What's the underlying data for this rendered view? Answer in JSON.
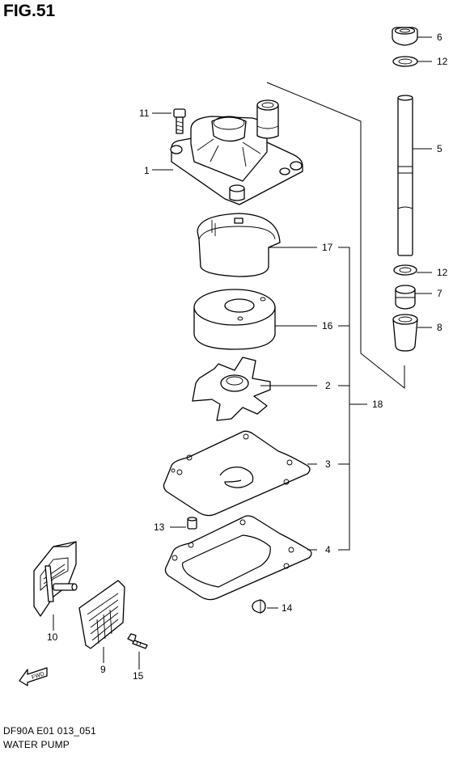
{
  "figure": {
    "title": "FIG.51",
    "model_code": "DF90A E01 013_051",
    "name": "WATER PUMP"
  },
  "direction_label": "FWD",
  "callouts": {
    "c1": "1",
    "c2": "2",
    "c3": "3",
    "c4": "4",
    "c5": "5",
    "c6": "6",
    "c7": "7",
    "c8": "8",
    "c9": "9",
    "c10": "10",
    "c11": "11",
    "c12a": "12",
    "c12b": "12",
    "c13": "13",
    "c14": "14",
    "c15": "15",
    "c16": "16",
    "c17": "17",
    "c18": "18"
  }
}
